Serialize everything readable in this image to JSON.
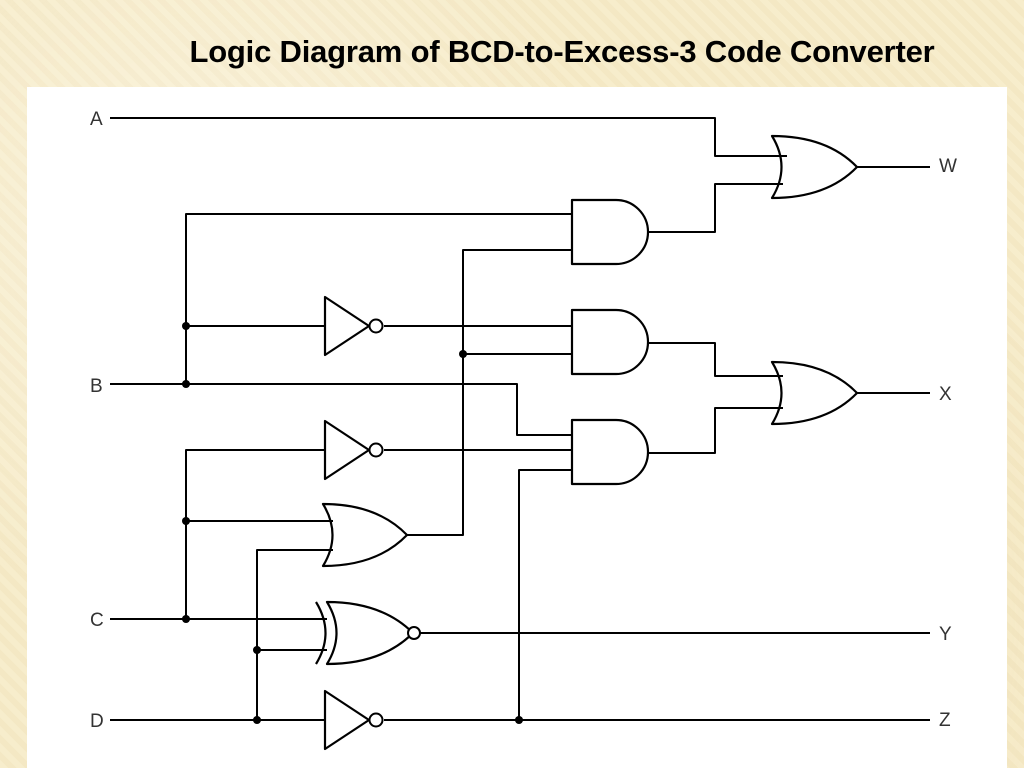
{
  "title": "Logic Diagram of BCD-to-Excess-3 Code Converter",
  "inputs": [
    "A",
    "B",
    "C",
    "D"
  ],
  "outputs": [
    "W",
    "X",
    "Y",
    "Z"
  ],
  "gates": {
    "and": 3,
    "or": 3,
    "xnor": 1,
    "not": 3
  },
  "colors": {
    "background": "#f6ebc8",
    "panel": "#ffffff",
    "ink": "#000000"
  }
}
